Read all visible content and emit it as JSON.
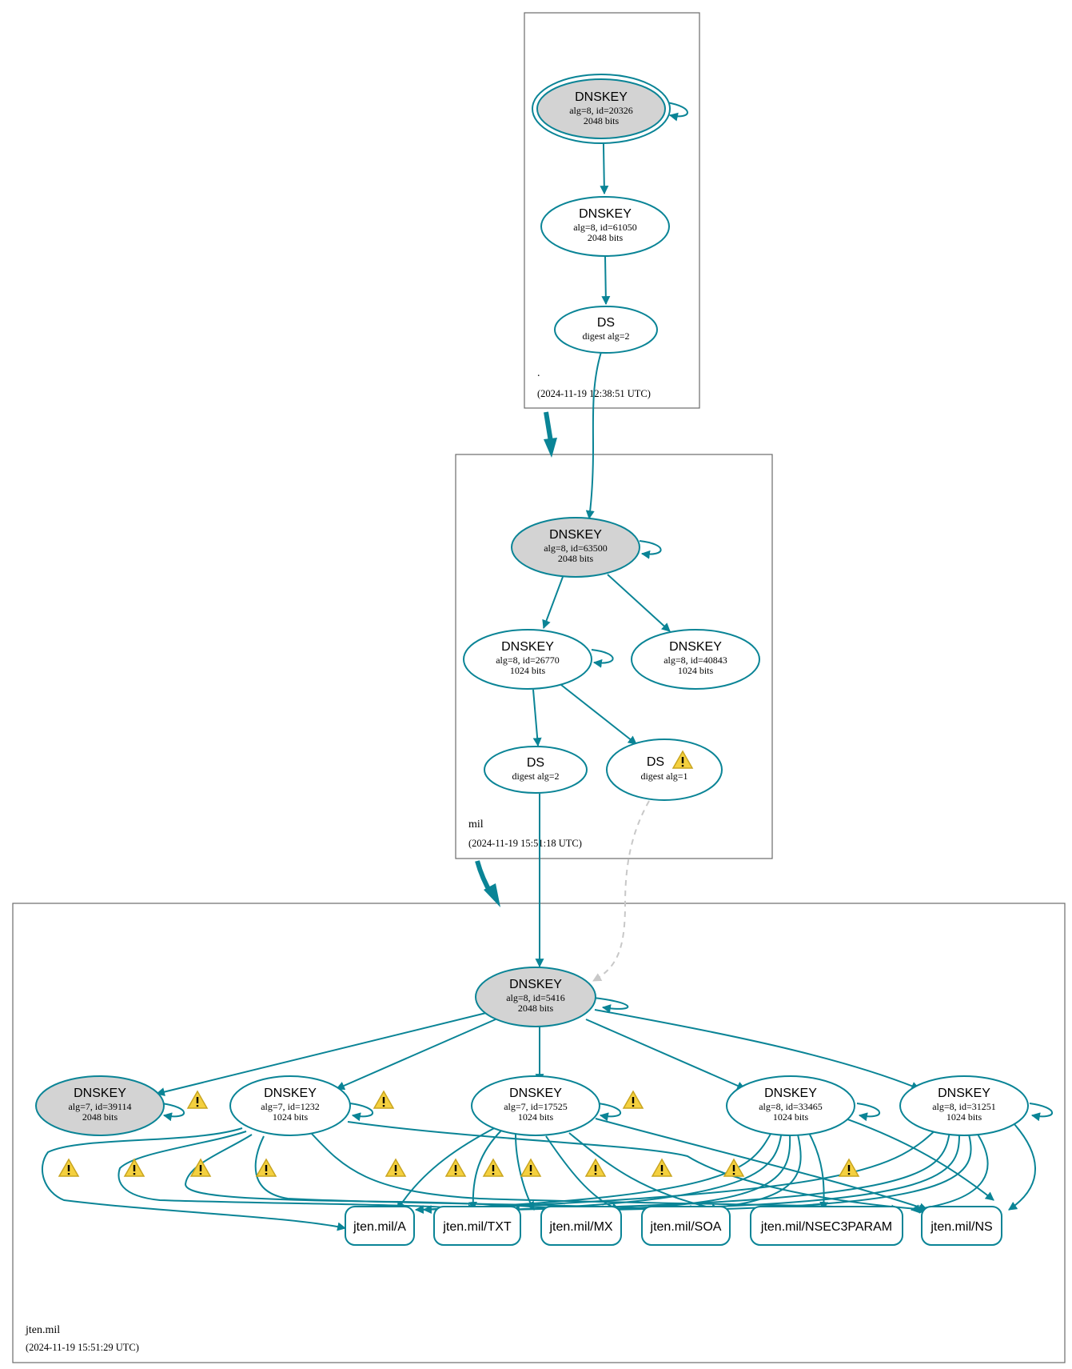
{
  "zones": {
    "root": {
      "name": ".",
      "time": "(2024-11-19 12:38:51 UTC)"
    },
    "mil": {
      "name": "mil",
      "time": "(2024-11-19 15:51:18 UTC)"
    },
    "jten": {
      "name": "jten.mil",
      "time": "(2024-11-19 15:51:29 UTC)"
    }
  },
  "nodes": {
    "root_ksk": {
      "title": "DNSKEY",
      "line1": "alg=8, id=20326",
      "line2": "2048 bits"
    },
    "root_zsk": {
      "title": "DNSKEY",
      "line1": "alg=8, id=61050",
      "line2": "2048 bits"
    },
    "root_ds": {
      "title": "DS",
      "line1": "digest alg=2"
    },
    "mil_ksk": {
      "title": "DNSKEY",
      "line1": "alg=8, id=63500",
      "line2": "2048 bits"
    },
    "mil_zsk1": {
      "title": "DNSKEY",
      "line1": "alg=8, id=26770",
      "line2": "1024 bits"
    },
    "mil_zsk2": {
      "title": "DNSKEY",
      "line1": "alg=8, id=40843",
      "line2": "1024 bits"
    },
    "mil_ds2": {
      "title": "DS",
      "line1": "digest alg=2"
    },
    "mil_ds1": {
      "title": "DS",
      "line1": "digest alg=1"
    },
    "jten_ksk": {
      "title": "DNSKEY",
      "line1": "alg=8, id=5416",
      "line2": "2048 bits"
    },
    "jten_k39114": {
      "title": "DNSKEY",
      "line1": "alg=7, id=39114",
      "line2": "2048 bits"
    },
    "jten_k1232": {
      "title": "DNSKEY",
      "line1": "alg=7, id=1232",
      "line2": "1024 bits"
    },
    "jten_k17525": {
      "title": "DNSKEY",
      "line1": "alg=7, id=17525",
      "line2": "1024 bits"
    },
    "jten_k33465": {
      "title": "DNSKEY",
      "line1": "alg=8, id=33465",
      "line2": "1024 bits"
    },
    "jten_k31251": {
      "title": "DNSKEY",
      "line1": "alg=8, id=31251",
      "line2": "1024 bits"
    }
  },
  "rrsets": {
    "a": "jten.mil/A",
    "txt": "jten.mil/TXT",
    "mx": "jten.mil/MX",
    "soa": "jten.mil/SOA",
    "nsec3param": "jten.mil/NSEC3PARAM",
    "ns": "jten.mil/NS"
  },
  "colors": {
    "edge": "#0a8496",
    "key_fill_gray": "#d3d3d3",
    "warning": "#f4d03f",
    "dashed_edge": "#c8c8c8"
  },
  "icons": {
    "warning": "warning-icon"
  }
}
